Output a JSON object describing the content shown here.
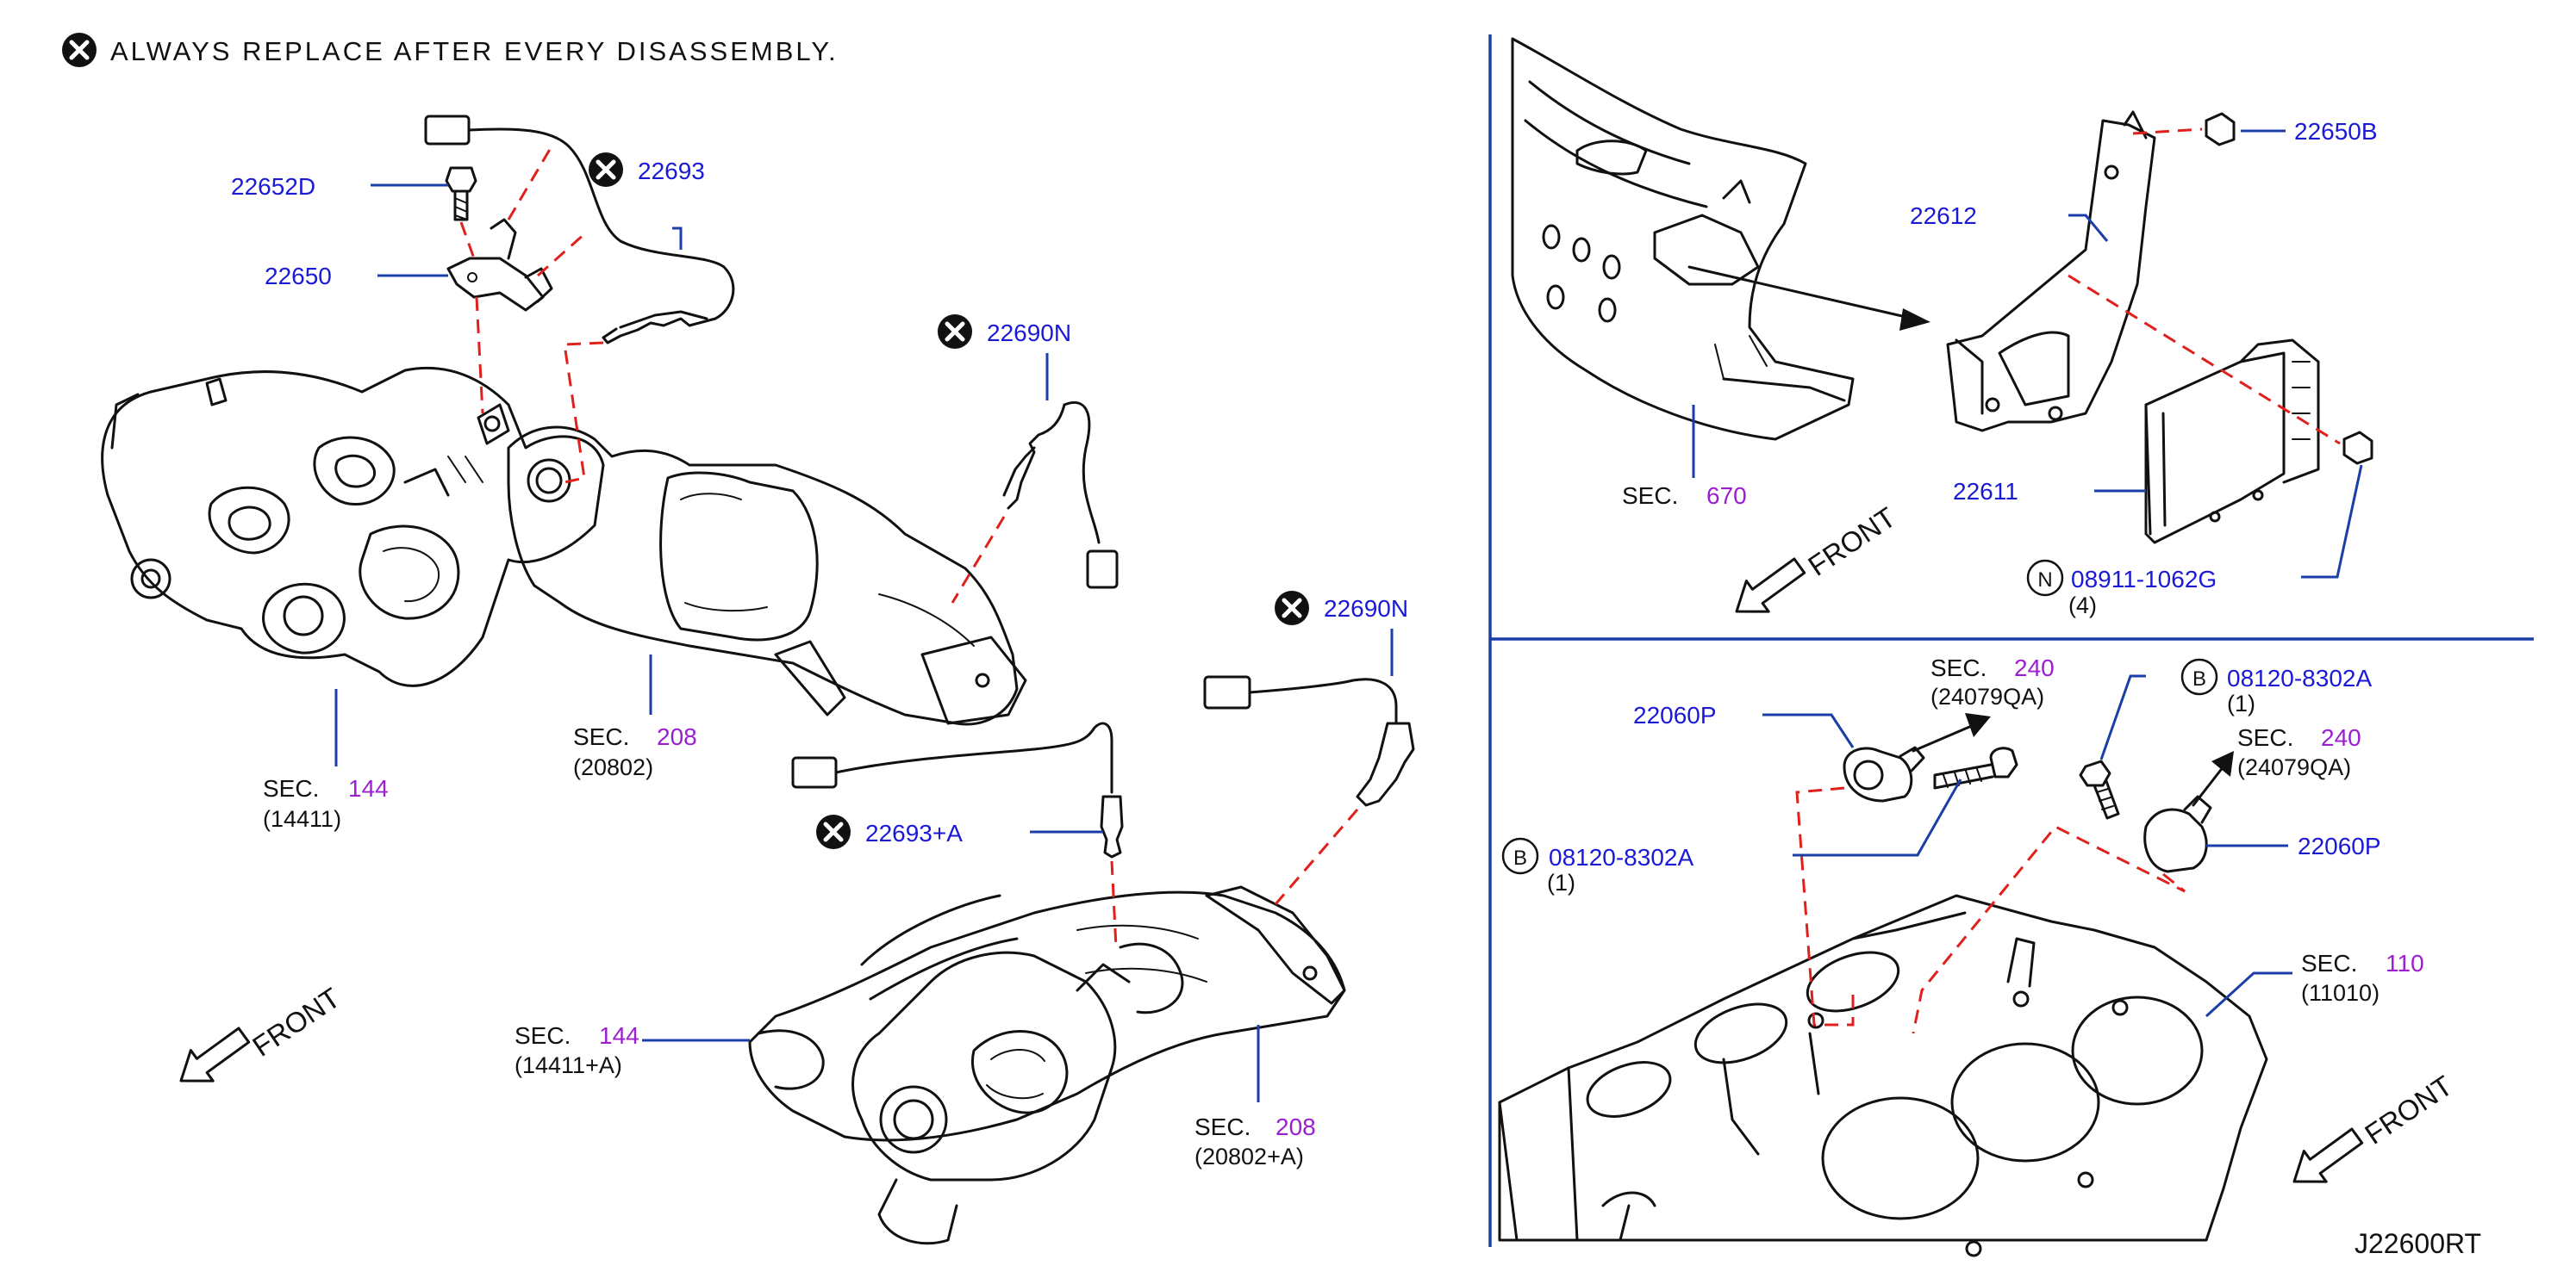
{
  "header": {
    "note": "ALWAYS REPLACE AFTER EVERY DISASSEMBLY."
  },
  "footer": {
    "code": "J22600RT"
  },
  "direction_word": "FRONT",
  "sec_word": "SEC.",
  "callouts": {
    "p22652D": "22652D",
    "p22650": "22650",
    "p22693": "22693",
    "p22690N_a": "22690N",
    "p22690N_b": "22690N",
    "p22693A": "22693+A",
    "sec144_a": "144",
    "sec144_a_ref": "(14411)",
    "sec208_a": "208",
    "sec208_a_ref": "(20802)",
    "sec144_b": "144",
    "sec144_b_ref": "(14411+A)",
    "sec208_b": "208",
    "sec208_b_ref": "(20802+A)",
    "p22650B": "22650B",
    "p22612": "22612",
    "p22611": "22611",
    "sec670": "670",
    "p08911": "08911-1062G",
    "p08911_qty": "(4)",
    "p22060P_a": "22060P",
    "sec240_a": "240",
    "sec240_a_ref": "(24079QA)",
    "p08120_a": "08120-8302A",
    "p08120_a_qty": "(1)",
    "sec240_b": "240",
    "sec240_b_ref": "(24079QA)",
    "p08120_b": "08120-8302A",
    "p08120_b_qty": "(1)",
    "p22060P_b": "22060P",
    "sec110": "110",
    "sec110_ref": "(11010)"
  },
  "symbols": {
    "replace_mark": "x-circle-icon",
    "bolt_mark": "B",
    "nut_mark": "N"
  },
  "colors": {
    "part_number": "#1a1ad6",
    "section_number": "#9b1fd1",
    "leader": "#1b3ea8",
    "connection": "#e0201c",
    "ink": "#111111"
  }
}
